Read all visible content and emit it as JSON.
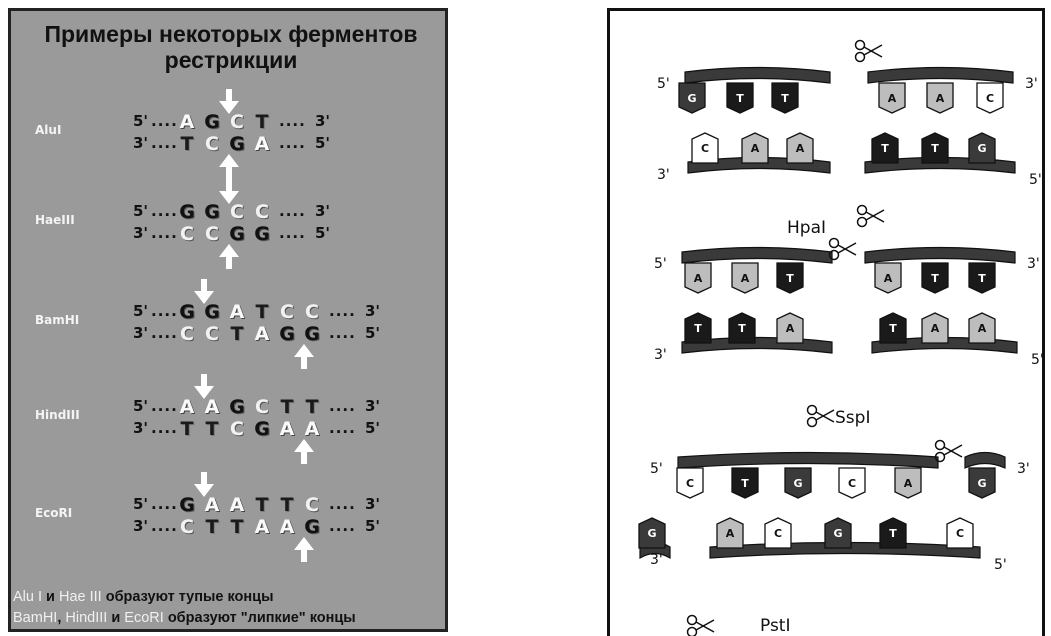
{
  "left": {
    "title_line1": "Примеры некоторых ферментов",
    "title_line2": "рестрикции",
    "prime5": "5'",
    "prime3": "3'",
    "dots": "....",
    "enzymes": [
      {
        "name": "AluI",
        "top": [
          "A",
          "G",
          "C",
          "T"
        ],
        "bottom": [
          "T",
          "C",
          "G",
          "A"
        ]
      },
      {
        "name": "HaeIII",
        "top": [
          "G",
          "G",
          "C",
          "C"
        ],
        "bottom": [
          "C",
          "C",
          "G",
          "G"
        ]
      },
      {
        "name": "BamHI",
        "top": [
          "G",
          "G",
          "A",
          "T",
          "C",
          "C"
        ],
        "bottom": [
          "C",
          "C",
          "T",
          "A",
          "G",
          "G"
        ]
      },
      {
        "name": "HindIII",
        "top": [
          "A",
          "A",
          "G",
          "C",
          "T",
          "T"
        ],
        "bottom": [
          "T",
          "T",
          "C",
          "G",
          "A",
          "A"
        ]
      },
      {
        "name": "EcoRI",
        "top": [
          "G",
          "A",
          "A",
          "T",
          "T",
          "C"
        ],
        "bottom": [
          "C",
          "T",
          "T",
          "A",
          "A",
          "G"
        ]
      }
    ],
    "footer1": {
      "alu": "Alu I",
      "and1": " и ",
      "hae": "Hae III",
      "rest": " образуют  тупые концы"
    },
    "footer2": {
      "bam": "BamHI",
      "comma": ", ",
      "hind": "HindIII",
      "and2": " и ",
      "eco": "EcoRI",
      "rest": " образуют \"липкие\" концы"
    }
  },
  "right": {
    "sections": [
      {
        "name": "HpaI",
        "top_left": [
          "G",
          "T",
          "T"
        ],
        "top_right": [
          "A",
          "A",
          "C"
        ],
        "bottom_left": [
          "C",
          "A",
          "A"
        ],
        "bottom_right": [
          "T",
          "T",
          "G"
        ]
      },
      {
        "name": "SspI",
        "top_left": [
          "A",
          "A",
          "T"
        ],
        "top_right": [
          "A",
          "T",
          "T"
        ],
        "bottom_left": [
          "T",
          "T",
          "A"
        ],
        "bottom_right": [
          "T",
          "A",
          "A"
        ]
      },
      {
        "name": "PstI",
        "top_left": [
          "C",
          "T",
          "G",
          "C",
          "A"
        ],
        "top_right": [
          "G"
        ],
        "bottom_left": [
          "G"
        ],
        "bottom_right": [
          "A",
          "C",
          "G",
          "T",
          "C"
        ]
      }
    ],
    "label_5": "5'",
    "label_3": "3'"
  },
  "colors": {
    "panel_bg": "#9a9a9a",
    "A": "#bdbdbd",
    "T": "#1a1a1a",
    "G": "#3a3a3a",
    "C": "#ffffff"
  }
}
